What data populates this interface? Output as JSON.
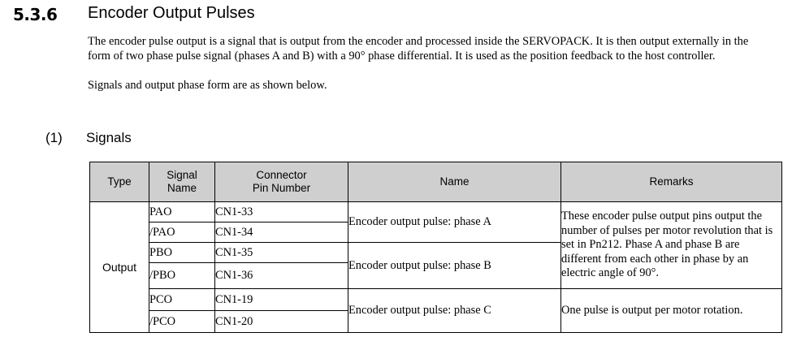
{
  "section": {
    "number": "5.3.6",
    "title": "Encoder Output Pulses"
  },
  "body": {
    "paragraph_1": "The encoder pulse output is a signal that is output from the encoder and processed inside the SERVOPACK. It is then output externally in the form of two phase pulse signal (phases A and B) with a 90° phase differential. It is used as the position feedback to the host controller.",
    "paragraph_2": "Signals and output phase form are as shown below."
  },
  "subsection": {
    "number": "(1)",
    "title": "Signals"
  },
  "table": {
    "headers": {
      "type": "Type",
      "signal_name": "Signal\nName",
      "signal_name_line1": "Signal",
      "signal_name_line2": "Name",
      "connector_pin": "Connector\nPin Number",
      "connector_pin_line1": "Connector",
      "connector_pin_line2": "Pin Number",
      "name": "Name",
      "remarks": "Remarks"
    },
    "type_value": "Output",
    "rows": [
      {
        "signal_name": "PAO",
        "pin": "CN1-33"
      },
      {
        "signal_name": "/PAO",
        "pin": "CN1-34"
      },
      {
        "signal_name": "PBO",
        "pin": "CN1-35"
      },
      {
        "signal_name": "/PBO",
        "pin": "CN1-36"
      },
      {
        "signal_name": "PCO",
        "pin": "CN1-19"
      },
      {
        "signal_name": "/PCO",
        "pin": "CN1-20"
      }
    ],
    "names": [
      "Encoder output pulse: phase A",
      "Encoder output pulse: phase B",
      "Encoder output pulse: phase C"
    ],
    "remarks": [
      "These encoder pulse output pins output the number of pulses per motor revolution that is set in Pn212. Phase A and phase B are different from each other in phase by an electric angle of 90°.",
      "One pulse is output per motor rotation."
    ]
  },
  "colors": {
    "header_background": "#cfcfcf",
    "border": "#000000",
    "text": "#000000",
    "page_background": "#ffffff"
  }
}
